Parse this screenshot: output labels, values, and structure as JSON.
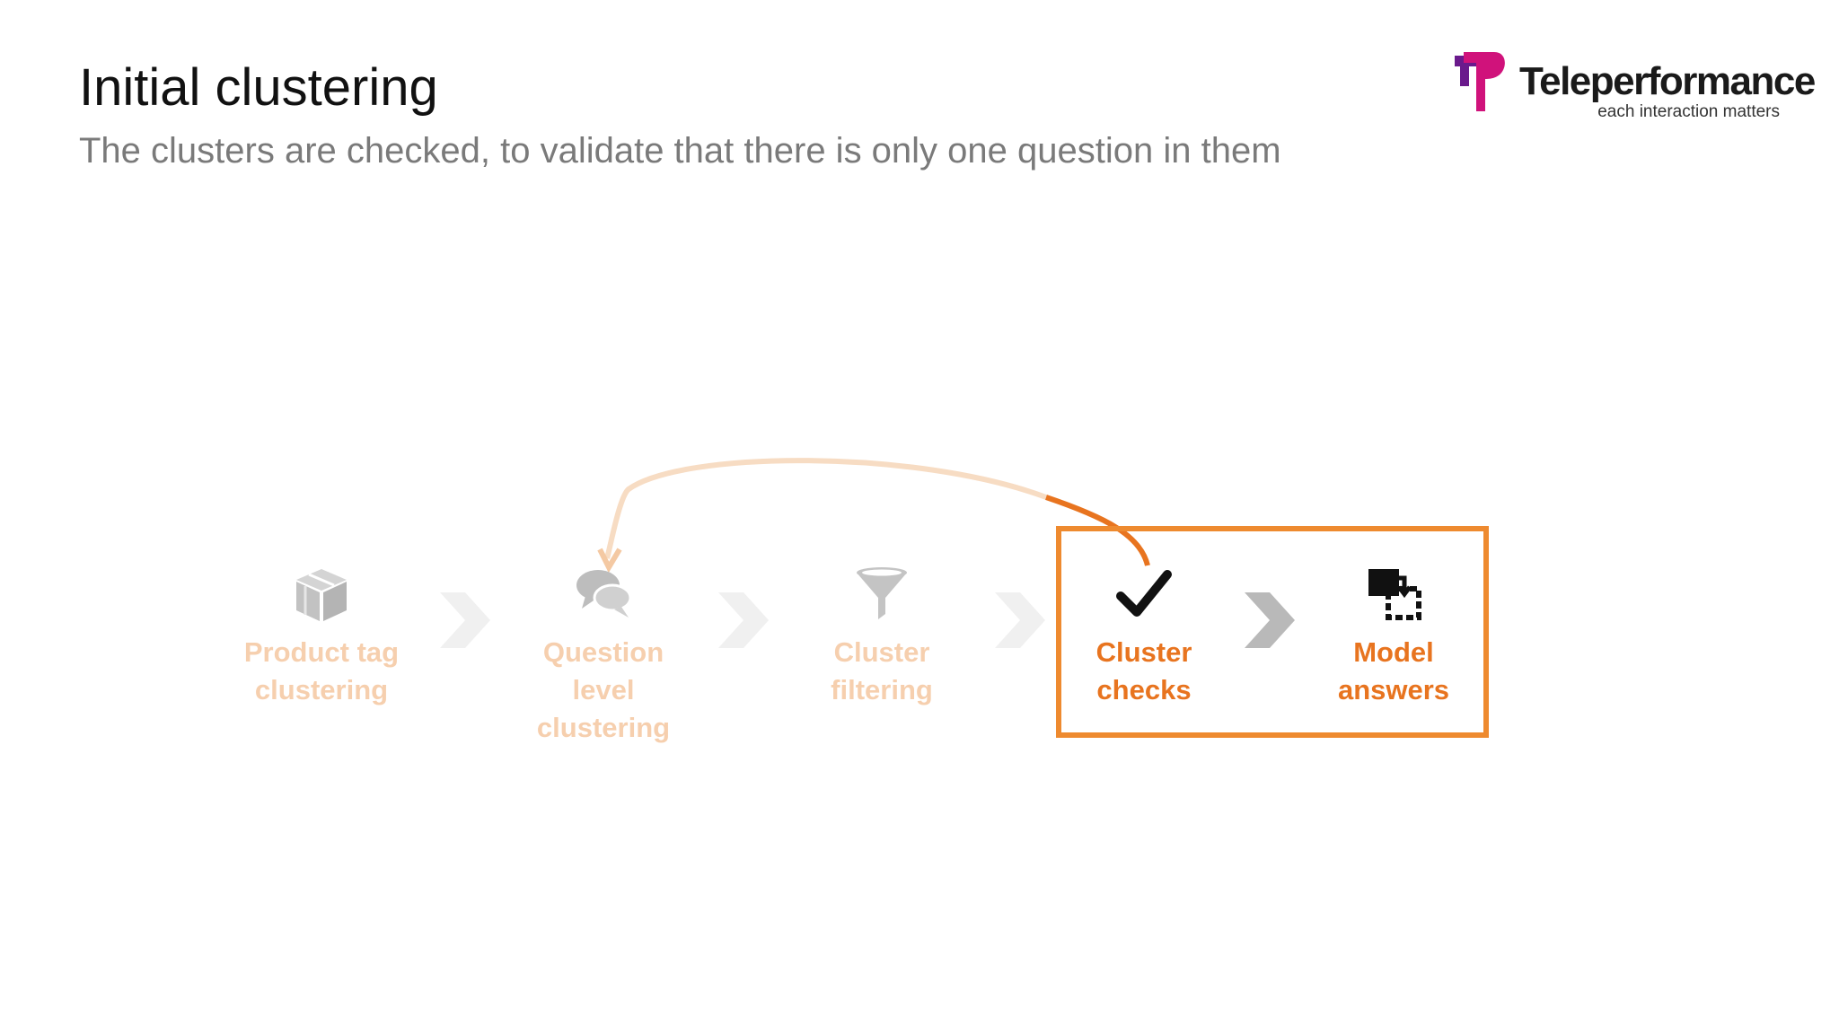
{
  "slide": {
    "title": "Initial clustering",
    "subtitle": "The clusters are checked, to validate that there is only one question in them"
  },
  "logo": {
    "brand": "Teleperformance",
    "tagline": "each interaction matters",
    "colors": {
      "mark_magenta": "#d0127b",
      "mark_purple": "#6a1a8c"
    }
  },
  "process": {
    "steps": [
      {
        "label": "Product tag\nclustering",
        "icon": "box-icon",
        "state": "faded"
      },
      {
        "label": "Question\nlevel\nclustering",
        "icon": "chat-bubbles-icon",
        "state": "faded"
      },
      {
        "label": "Cluster\nfiltering",
        "icon": "funnel-icon",
        "state": "faded"
      },
      {
        "label": "Cluster\nchecks",
        "icon": "checkmark-icon",
        "state": "active"
      },
      {
        "label": "Model\nanswers",
        "icon": "merge-blocks-icon",
        "state": "active"
      }
    ],
    "highlighted_steps": [
      "Cluster checks",
      "Model answers"
    ],
    "loop_back": {
      "from": "Cluster checks",
      "to": "Question level clustering"
    },
    "colors": {
      "accent": "#e8741f",
      "box_border": "#ee8a2f",
      "faded_label": "#f6cfae",
      "faded_icon": "#c8c8c8",
      "active_icon": "#111111",
      "chevron_faded": "#f0f0f0",
      "chevron_active": "#b9b9b9"
    }
  }
}
